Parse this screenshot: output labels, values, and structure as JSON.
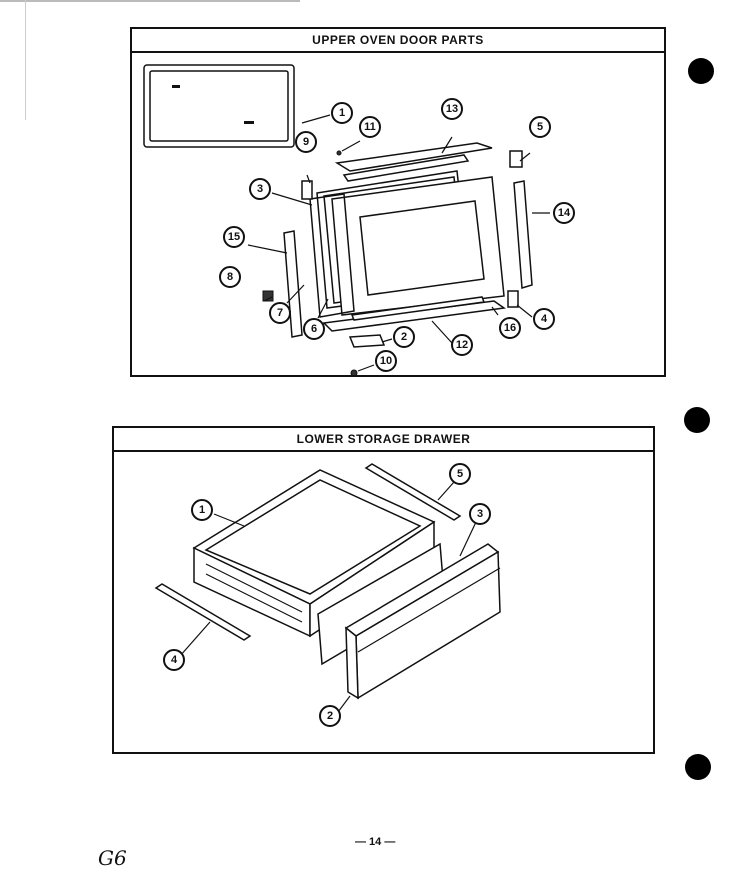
{
  "upper_panel": {
    "title": "UPPER OVEN DOOR PARTS",
    "callouts": [
      "1",
      "2",
      "3",
      "4",
      "5",
      "6",
      "7",
      "8",
      "9",
      "10",
      "11",
      "12",
      "13",
      "14",
      "15",
      "16"
    ]
  },
  "lower_panel": {
    "title": "LOWER STORAGE DRAWER",
    "callouts": [
      "1",
      "2",
      "3",
      "4",
      "5"
    ]
  },
  "page_number": "— 14 —",
  "handwritten_note": "G6"
}
